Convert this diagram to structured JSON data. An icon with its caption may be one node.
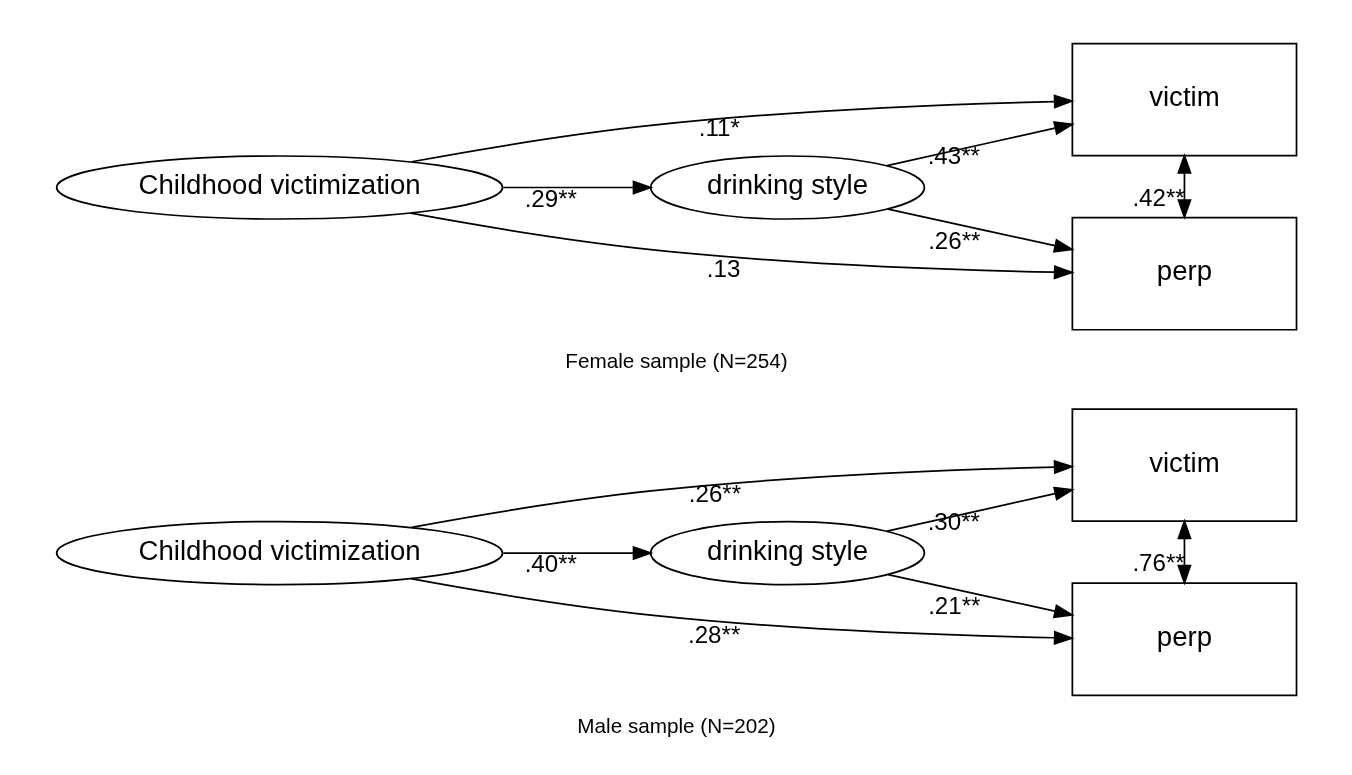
{
  "diagram": {
    "nodes": [
      {
        "text": [
          "Childhood victimization"
        ]
      },
      {
        "text": [
          "drinking style"
        ]
      },
      {
        "text": [
          "perp"
        ]
      },
      {
        "text": [
          "victim"
        ]
      },
      {
        "text": [
          "Childhood victimization"
        ]
      },
      {
        "text": [
          "drinking style"
        ]
      },
      {
        "text": [
          "perp"
        ]
      },
      {
        "text": [
          "victim"
        ]
      }
    ],
    "edges": [
      {
        "from": 0,
        "to": 2,
        "arrow": "to",
        "label": ".28**"
      },
      {
        "from": 0,
        "to": 1,
        "arrow": "to",
        "label": ".40**"
      },
      {
        "from": 1,
        "to": 2,
        "arrow": "to",
        "label": ".21**"
      },
      {
        "from": 1,
        "to": 3,
        "arrow": "to",
        "label": ".30**"
      },
      {
        "from": 0,
        "to": 3,
        "arrow": "to",
        "label": ".26**"
      },
      {
        "from": 2,
        "to": 3,
        "arrow": "both",
        "label": ".76**"
      },
      {
        "from": 4,
        "to": 6,
        "arrow": "to",
        "label": ".13"
      },
      {
        "from": 4,
        "to": 5,
        "arrow": "to",
        "label": ".29**"
      },
      {
        "from": 5,
        "to": 6,
        "arrow": "to",
        "label": ".26**"
      },
      {
        "from": 5,
        "to": 7,
        "arrow": "to",
        "label": ".43**"
      },
      {
        "from": 4,
        "to": 7,
        "arrow": "to",
        "label": ".11*"
      },
      {
        "from": 6,
        "to": 7,
        "arrow": "both",
        "label": ".42**"
      }
    ],
    "labels": [
      "Male sample (N=202)",
      "Female sample (N=254)"
    ]
  }
}
